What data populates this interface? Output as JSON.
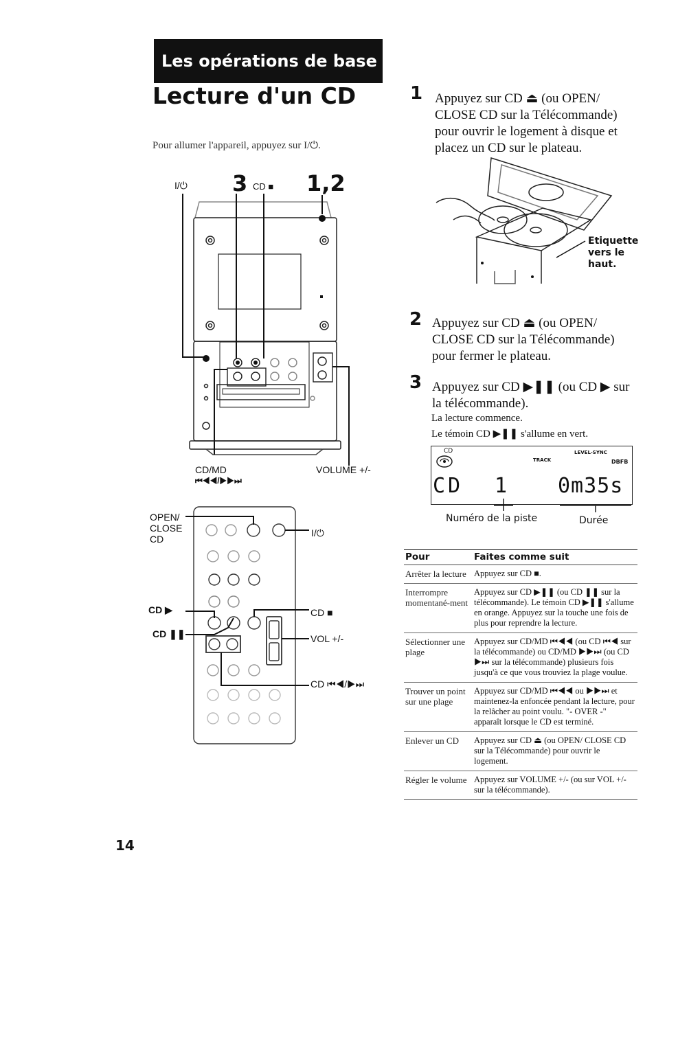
{
  "header": {
    "section_banner": "Les opérations de base",
    "title": "Lecture d'un CD",
    "intro": "Pour allumer l'appareil, appuyez sur I/⏻."
  },
  "unit_diagram": {
    "label_power": "I/⏻",
    "callout_3": "3",
    "label_cd_stop": "CD ■",
    "callout_12": "1,2",
    "label_cdmd": "CD/MD",
    "label_cdmd_arrows": "⏮◀◀/▶▶⏭",
    "label_volume": "VOLUME +/-"
  },
  "remote_diagram": {
    "label_open_close": "OPEN/\nCLOSE\nCD",
    "label_power": "I/⏻",
    "label_cd_play": "CD ▶",
    "label_cd_pause": "CD ❚❚",
    "label_cd_stop": "CD ■",
    "label_vol": "VOL +/-",
    "label_cd_skip": "CD ⏮◀/▶⏭"
  },
  "steps": [
    {
      "num": "1",
      "text": "Appuyez sur CD ⏏ (ou OPEN/ CLOSE CD sur la Télécommande) pour ouvrir le logement à disque et placez un CD sur le plateau."
    },
    {
      "num": "2",
      "text": "Appuyez sur CD ⏏ (ou OPEN/ CLOSE CD sur la Télécommande) pour fermer le plateau."
    },
    {
      "num": "3",
      "text": "Appuyez sur CD ▶❚❚ (ou CD ▶ sur la télécommande).",
      "note1": "La lecture commence.",
      "note2": "Le témoin CD ▶❚❚ s'allume en vert."
    }
  ],
  "cd_image_label": "Etiquette vers le haut.",
  "display": {
    "cd_indicator": "CD",
    "track_label": "TRACK",
    "level_sync": "LEVEL-SYNC",
    "dbfb": "DBFB",
    "source": "CD",
    "track": "1",
    "time": "0m35s",
    "caption_track": "Numéro de la piste",
    "caption_time": "Durée"
  },
  "table": {
    "headers": [
      "Pour",
      "Faites comme suit"
    ],
    "rows": [
      [
        "Arrêter la lecture",
        "Appuyez sur CD ■."
      ],
      [
        "Interrompre momentané-ment",
        "Appuyez sur CD ▶❚❚ (ou CD ❚❚ sur la télécommande). Le témoin CD ▶❚❚ s'allume en orange. Appuyez sur la touche une fois de plus pour reprendre la lecture."
      ],
      [
        "Sélectionner une plage",
        "Appuyez sur CD/MD ⏮◀◀ (ou CD ⏮◀ sur la télécommande) ou CD/MD ▶▶⏭ (ou CD ▶⏭ sur la télécommande) plusieurs fois jusqu'à ce que vous trouviez la plage voulue."
      ],
      [
        "Trouver un point sur une plage",
        "Appuyez sur CD/MD ⏮◀◀ ou ▶▶⏭ et maintenez-la enfoncée pendant la lecture, pour la relâcher au point voulu. \"- OVER -\" apparaît lorsque le CD est terminé."
      ],
      [
        "Enlever un CD",
        "Appuyez sur CD ⏏ (ou OPEN/ CLOSE CD sur la Télécommande) pour ouvrir le logement."
      ],
      [
        "Régler le volume",
        "Appuyez sur VOLUME +/- (ou sur VOL +/- sur la télécommande)."
      ]
    ]
  },
  "page_number": "14"
}
